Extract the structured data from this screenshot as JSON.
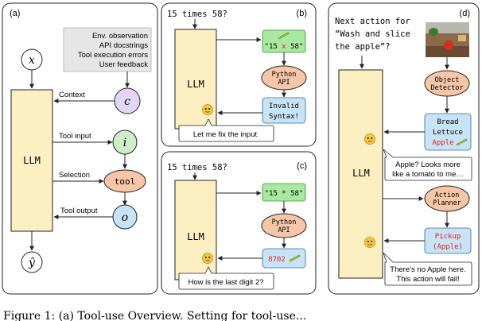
{
  "panel_a": {
    "label": "(a)",
    "input_var": "x",
    "output_var": "ŷ",
    "llm_label": "LLM",
    "context_label": "Context",
    "tool_input_label": "Tool input",
    "selection_label": "Selection",
    "tool_output_label": "Tool output",
    "c_node": "c",
    "i_node": "i",
    "o_node": "o",
    "tool_node": "tool",
    "context_sources": [
      "Env. observation",
      "API docstrings",
      "Tool execution errors",
      "User feedback"
    ]
  },
  "panel_b": {
    "label": "(b)",
    "question": "15 times 58?",
    "llm_label": "LLM",
    "input_box_prefix": "\"15 ",
    "input_box_x": "x",
    "input_box_suffix": " 58\"",
    "api_line1": "Python",
    "api_line2": "API",
    "error_line1": "Invalid",
    "error_line2": "Syntax!",
    "speech": "Let me fix the input"
  },
  "panel_c": {
    "label": "(c)",
    "question": "15 times 58?",
    "llm_label": "LLM",
    "input_box": "\"15 * 58\"",
    "api_line1": "Python",
    "api_line2": "API",
    "result": "8702",
    "speech": "How is the last digit 2?"
  },
  "panel_d": {
    "label": "(d)",
    "question_line1": "Next action for",
    "question_line2": "“Wash and slice",
    "question_line3": "the apple”?",
    "llm_label": "LLM",
    "detector_line1": "Object",
    "detector_line2": "Detector",
    "detections_line1": "Bread",
    "detections_line2": "Lettuce",
    "detections_line3": "Apple",
    "speech1_line1": "Apple? Looks more",
    "speech1_line2": "like a tomato to me…",
    "planner_line1": "Action",
    "planner_line2": "Planner",
    "action_line1": "Pickup",
    "action_line2": "(Apple)",
    "speech2_line1": "There’s no Apple here.",
    "speech2_line2": "This action will fail!"
  },
  "caption_fragment": "Figure 1: (a) Tool-use Overview. Setting for tool-use..."
}
